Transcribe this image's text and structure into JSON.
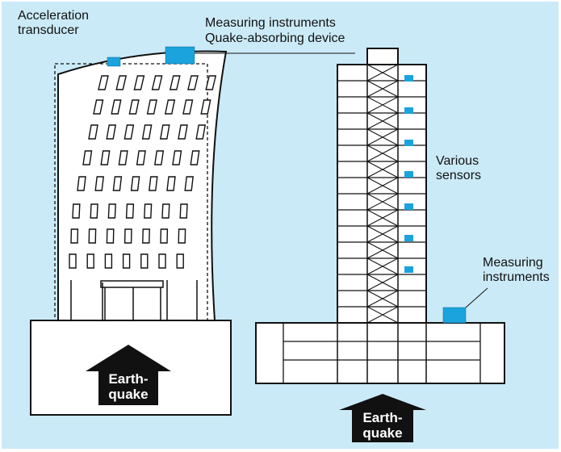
{
  "colors": {
    "background": "#cbeaf7",
    "sensor": "#1aa3dc",
    "outline": "#111111",
    "building_fill": "#ffffff",
    "arrow": "#111111"
  },
  "labels": {
    "acceleration_transducer_line1": "Acceleration",
    "acceleration_transducer_line2": "transducer",
    "measuring_instruments_top": "Measuring instruments",
    "quake_absorbing_device": "Quake-absorbing device",
    "various_sensors_line1": "Various",
    "various_sensors_line2": "sensors",
    "measuring_instruments_right_line1": "Measuring",
    "measuring_instruments_right_line2": "instruments"
  },
  "arrows": {
    "left_line1": "Earth-",
    "left_line2": "quake",
    "right_line1": "Earth-",
    "right_line2": "quake"
  },
  "icons": [
    "acceleration-transducer-icon",
    "quake-absorbing-device-icon",
    "sensor-icon",
    "measuring-instrument-icon",
    "earthquake-arrow-icon"
  ]
}
